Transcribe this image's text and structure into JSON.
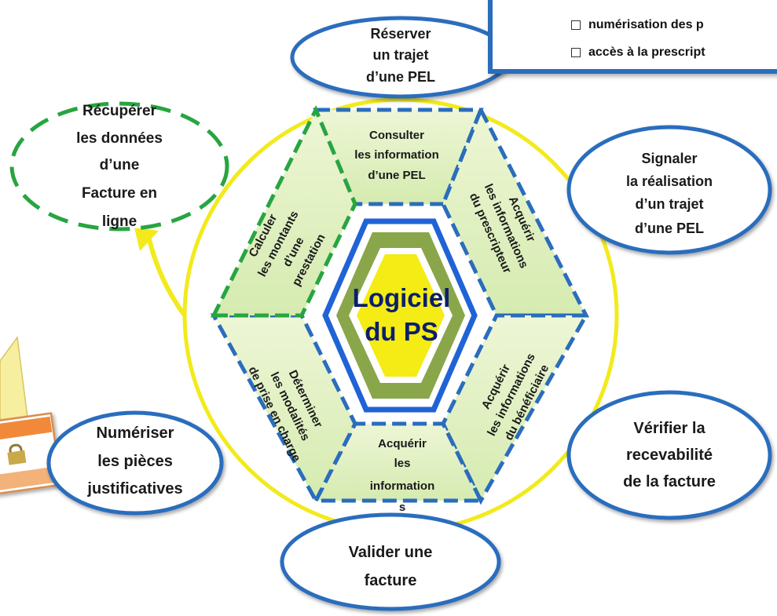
{
  "info_box": {
    "items": [
      "numérisation des p",
      "accès à la prescript"
    ]
  },
  "center": {
    "lines": [
      "Logiciel",
      "du PS"
    ]
  },
  "hex_segments": {
    "top": [
      "Consulter",
      "les information",
      "d’une PEL"
    ],
    "upper_right": [
      "Acquérir",
      "les informations",
      "du prescripteur"
    ],
    "lower_right": [
      "Acquérir",
      "les informations",
      "du bénéficiaire"
    ],
    "bottom": [
      "Acquérir",
      "les",
      "information",
      "s"
    ],
    "lower_left": [
      "Déterminer",
      "les modalités",
      "de prise en charge"
    ],
    "upper_left": [
      "Calculer",
      "les montants",
      "d’une",
      "prestation"
    ]
  },
  "outer_ellipses": {
    "top": [
      "Réserver",
      "un trajet",
      "d’une PEL"
    ],
    "right_upper": [
      "Signaler",
      "la réalisation",
      "d’un trajet",
      "d’une PEL"
    ],
    "right_lower": [
      "Vérifier la",
      "recevabilité",
      "de la facture"
    ],
    "bottom": [
      "Valider une",
      "facture"
    ],
    "left_lower": [
      "Numériser",
      "les pièces",
      "justificatives"
    ],
    "left_upper": [
      "Récupérer",
      "les données",
      "d’une",
      "Facture en",
      "ligne"
    ]
  }
}
